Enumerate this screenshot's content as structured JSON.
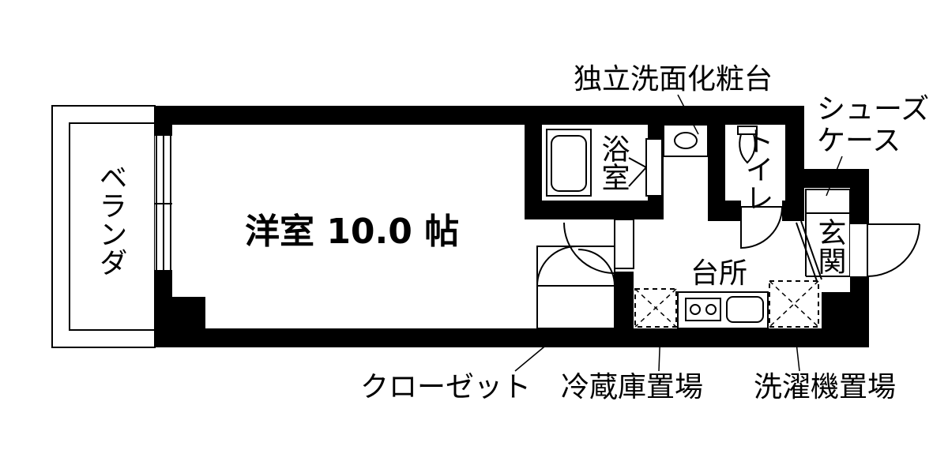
{
  "floorplan": {
    "main_room": "洋室 10.0 帖",
    "veranda": "ベランダ",
    "bath": "浴室",
    "toilet": "トイレ",
    "entrance": "玄関",
    "kitchen": "台所",
    "callouts": {
      "vanity": "独立洗面化粧台",
      "shoe_case_line1": "シューズ",
      "shoe_case_line2": "ケース",
      "closet": "クローゼット",
      "fridge": "冷蔵庫置場",
      "washer": "洗濯機置場"
    }
  },
  "colors": {
    "wall": "#000000",
    "background": "#ffffff"
  }
}
